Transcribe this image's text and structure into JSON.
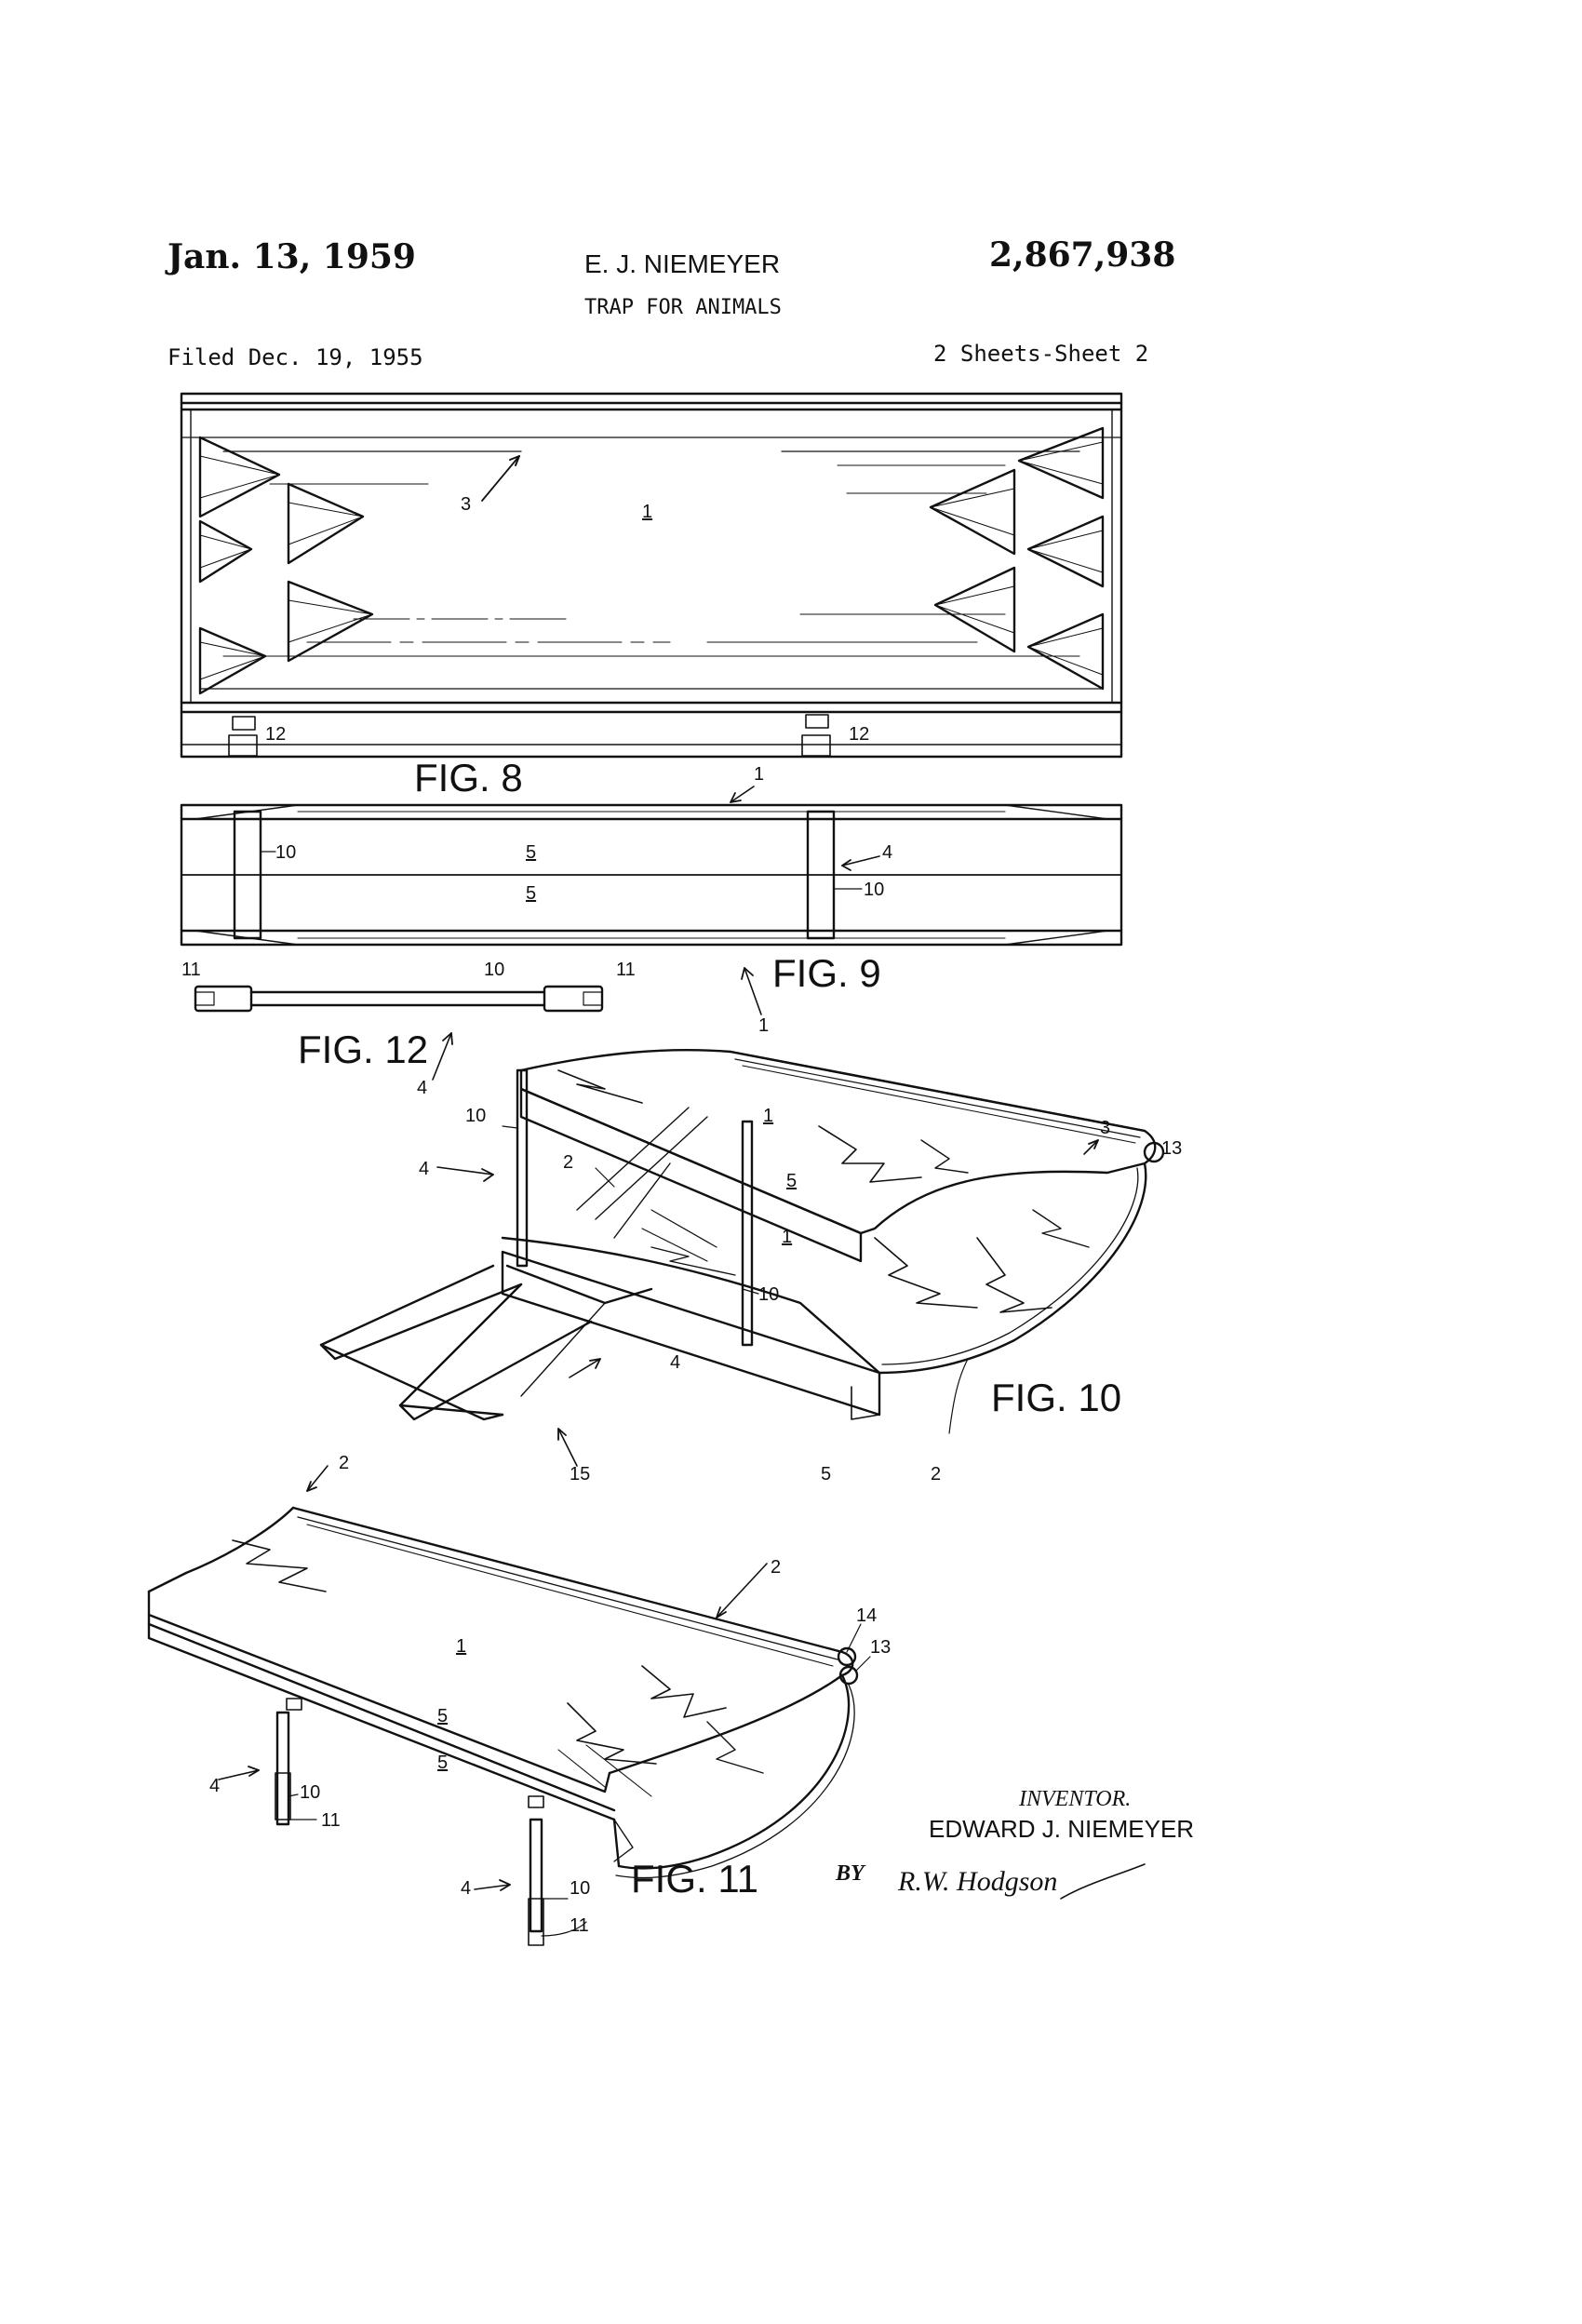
{
  "header": {
    "date": "Jan. 13, 1959",
    "inventor_name": "E. J. NIEMEYER",
    "patent_number": "2,867,938",
    "title": "TRAP FOR ANIMALS",
    "filed": "Filed Dec. 19, 1955",
    "sheets": "2 Sheets-Sheet 2"
  },
  "figures": {
    "fig8": "FIG. 8",
    "fig9": "FIG. 9",
    "fig10": "FIG. 10",
    "fig11": "FIG. 11",
    "fig12": "FIG. 12"
  },
  "reference_numerals": {
    "n1": "1",
    "n2": "2",
    "n3": "3",
    "n4": "4",
    "n5": "5",
    "n10": "10",
    "n11": "11",
    "n12": "12",
    "n13": "13",
    "n14": "14",
    "n15": "15"
  },
  "signature_block": {
    "inventor_label": "INVENTOR.",
    "inventor": "EDWARD J. NIEMEYER",
    "by": "BY",
    "attorney": "R.W. Hodgson"
  }
}
